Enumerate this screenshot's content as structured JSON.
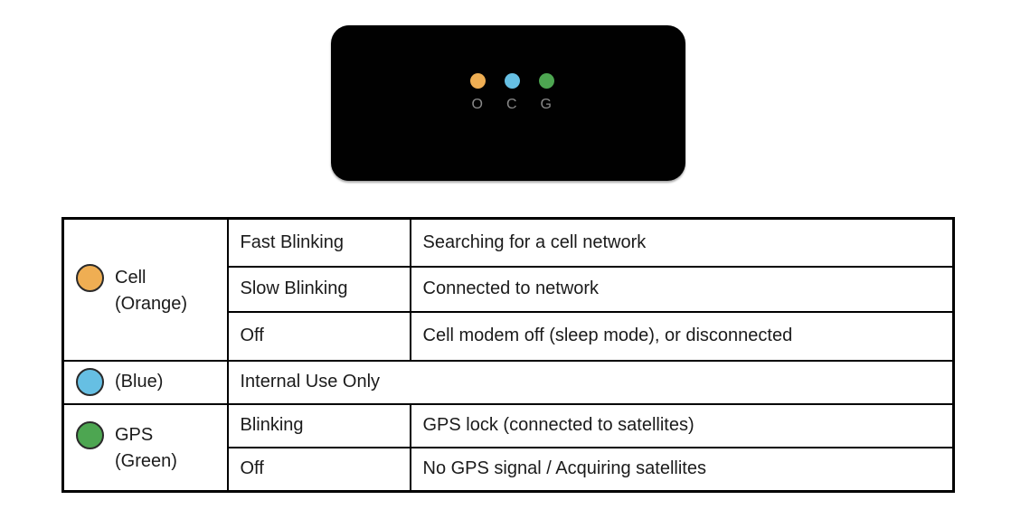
{
  "device": {
    "leds": [
      {
        "name": "orange-led",
        "label": "O",
        "color": "#EFAE53"
      },
      {
        "name": "blue-led",
        "label": "C",
        "color": "#66BFE3"
      },
      {
        "name": "green-led",
        "label": "G",
        "color": "#4DA651"
      }
    ]
  },
  "colors": {
    "device_body": "#010101",
    "led_label_gray": "#8a8a8a",
    "table_border": "#000000",
    "text": "#1b1b1b"
  },
  "table": {
    "groups": [
      {
        "name": "Cell",
        "color_label": "(Orange)",
        "led_color": "#EFAE53",
        "states": [
          {
            "state": "Fast Blinking",
            "meaning": "Searching for a cell network"
          },
          {
            "state": "Slow Blinking",
            "meaning": "Connected to network"
          },
          {
            "state": "Off",
            "meaning": "Cell modem off (sleep mode), or disconnected"
          }
        ]
      },
      {
        "name": "",
        "color_label": "(Blue)",
        "led_color": "#66BFE3",
        "states": [
          {
            "state": "",
            "meaning": "Internal Use Only"
          }
        ]
      },
      {
        "name": "GPS",
        "color_label": "(Green)",
        "led_color": "#4DA651",
        "states": [
          {
            "state": "Blinking",
            "meaning": "GPS lock (connected to satellites)"
          },
          {
            "state": "Off",
            "meaning": "No GPS signal / Acquiring satellites"
          }
        ]
      }
    ]
  }
}
